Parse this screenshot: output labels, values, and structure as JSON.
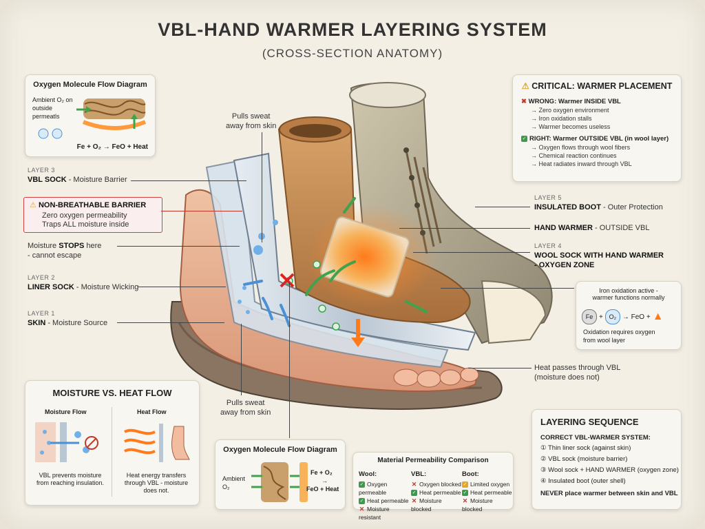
{
  "title": "VBL-HAND WARMER LAYERING SYSTEM",
  "subtitle": "(CROSS-SECTION ANATOMY)",
  "oxygen_top": {
    "title": "Oxygen Molecule Flow Diagram",
    "ambient": "Ambient O₂ on outside permeatls",
    "equation": "Fe + O₂ → FeO + Heat"
  },
  "labels": {
    "layer3_tag": "LAYER 3",
    "layer3_name": "VBL SOCK",
    "layer3_desc": " - Moisture Barrier",
    "barrier_title": "NON-BREATHABLE BARRIER",
    "barrier_line1": "Zero oxygen permeability",
    "barrier_line2": "Traps ALL moisture inside",
    "moisture_stop_a": "Moisture ",
    "moisture_stop_b": "STOPS",
    "moisture_stop_c": " here",
    "moisture_stop_line2": "- cannot escape",
    "layer2_tag": "LAYER 2",
    "layer2_name": "LINER SOCK",
    "layer2_desc": " - Moisture Wicking",
    "layer1_tag": "LAYER 1",
    "layer1_name": "SKIN",
    "layer1_desc": " - Moisture Source",
    "pulls_sweat_top_1": "Pulls sweat",
    "pulls_sweat_top_2": "away from skin",
    "pulls_sweat_bottom_1": "Pulls sweat",
    "pulls_sweat_bottom_2": "away from skin",
    "layer5_tag": "LAYER 5",
    "layer5_name": "INSULATED BOOT",
    "layer5_desc": " - Outer Protection",
    "hand_warmer_name": "HAND WARMER",
    "hand_warmer_desc": " - OUTSIDE VBL",
    "layer4_tag": "LAYER 4",
    "layer4_line1": "WOOL SOCK WITH HAND WARMER",
    "layer4_line2": "- OXYGEN ZONE",
    "heat_passes_1": "Heat passes through VBL",
    "heat_passes_2": "(moisture does not)"
  },
  "critical": {
    "title": "CRITICAL: WARMER PLACEMENT",
    "wrong": "WRONG: Warmer INSIDE VBL",
    "wrong_items": [
      "→ Zero oxygen environment",
      "→ Iron oxidation stalls",
      "→ Warmer becomes useless"
    ],
    "right": "RIGHT: Warmer OUTSIDE VBL (in wool layer)",
    "right_items": [
      "→ Oxygen flows through wool fibers",
      "→ Chemical reaction continues",
      "→ Heat radiates inward through VBL"
    ]
  },
  "oxidation": {
    "line1": "Iron oxidation active -",
    "line2": "warmer functions normally",
    "fe": "Fe",
    "o2": "O₂",
    "plus": "+",
    "result": "→ FeO +",
    "note1": "Oxidation requires oxygen",
    "note2": "from wool layer"
  },
  "moisture_heat": {
    "title": "MOISTURE VS. HEAT FLOW",
    "moisture_label": "Moisture Flow",
    "heat_label": "Heat Flow",
    "moisture_caption": "VBL prevents moisture from reaching insulation.",
    "heat_caption": "Heat energy transfers through VBL - moisture does not."
  },
  "oxygen_bottom": {
    "title": "Oxygen Molecule Flow Diagram",
    "ambient": "Ambient O₂",
    "eq1": "Fe + O₂",
    "eq2": "→",
    "eq3": "FeO + Heat"
  },
  "permeability": {
    "title": "Material Permeability Comparison",
    "wool_h": "Wool:",
    "wool": [
      [
        "g",
        "Oxygen permeable"
      ],
      [
        "g",
        "Heat permeable"
      ],
      [
        "r",
        "Moisture resistant"
      ]
    ],
    "vbl_h": "VBL:",
    "vbl": [
      [
        "r",
        "Oxygen blocked"
      ],
      [
        "g",
        "Heat permeable"
      ],
      [
        "r",
        "Moisture blocked"
      ]
    ],
    "boot_h": "Boot:",
    "boot": [
      [
        "y",
        "Limited oxygen"
      ],
      [
        "g",
        "Heat permeable"
      ],
      [
        "r",
        "Moisture blocked"
      ]
    ]
  },
  "sequence": {
    "title": "LAYERING SEQUENCE",
    "subtitle": "CORRECT VBL-WARMER SYSTEM:",
    "steps": [
      "① Thin liner sock (against skin)",
      "② VBL sock (moisture barrier)",
      "③ Wool sock + HAND WARMER (oxygen zone)",
      "④ Insulated boot (outer shell)"
    ],
    "warning": "NEVER place warmer between skin and VBL"
  },
  "colors": {
    "accent_red": "#c0392b",
    "accent_green": "#2e8b3e",
    "warmer_orange": "#f39a2a",
    "wool_tan": "#c8925a",
    "boot_khaki": "#b3a98f"
  }
}
